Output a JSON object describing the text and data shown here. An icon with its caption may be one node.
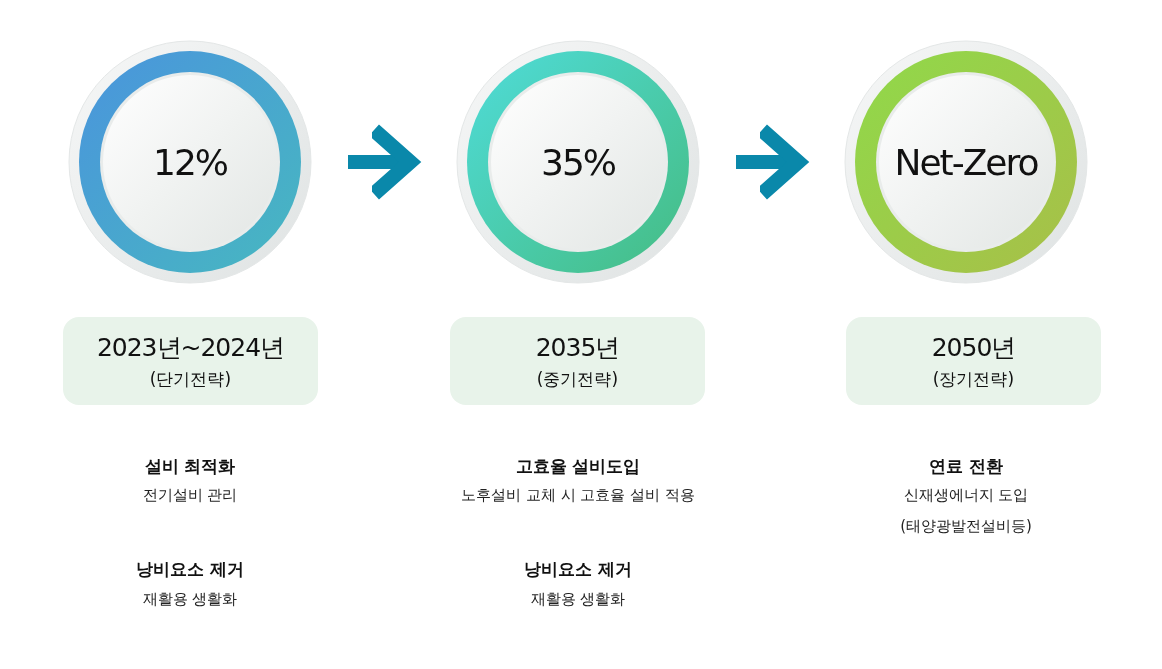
{
  "diagram": {
    "nodes": [
      {
        "text": [
          "12%"
        ]
      },
      {
        "text": [
          "35%"
        ]
      },
      {
        "text": [
          "Net-Zero"
        ]
      },
      {
        "text": [
          "2023년~2024년",
          "(단기전략)"
        ]
      },
      {
        "text": [
          "2035년",
          "(중기전략)"
        ]
      },
      {
        "text": [
          "2050년",
          "(장기전략)"
        ]
      }
    ],
    "edges": [
      {
        "from": 0,
        "to": 1,
        "arrow": "to"
      },
      {
        "from": 1,
        "to": 2,
        "arrow": "to"
      }
    ],
    "labels": [
      "설비 최적화",
      "전기설비 관리",
      "낭비요소 제거",
      "재활용 생활화",
      "고효율 설비도입",
      "노후설비 교체 시 고효율 설비 적용",
      "낭비요소 제거",
      "재활용 생활화",
      "연료 전환",
      "신재생에너지 도입",
      "(태양광발전설비등)"
    ]
  }
}
